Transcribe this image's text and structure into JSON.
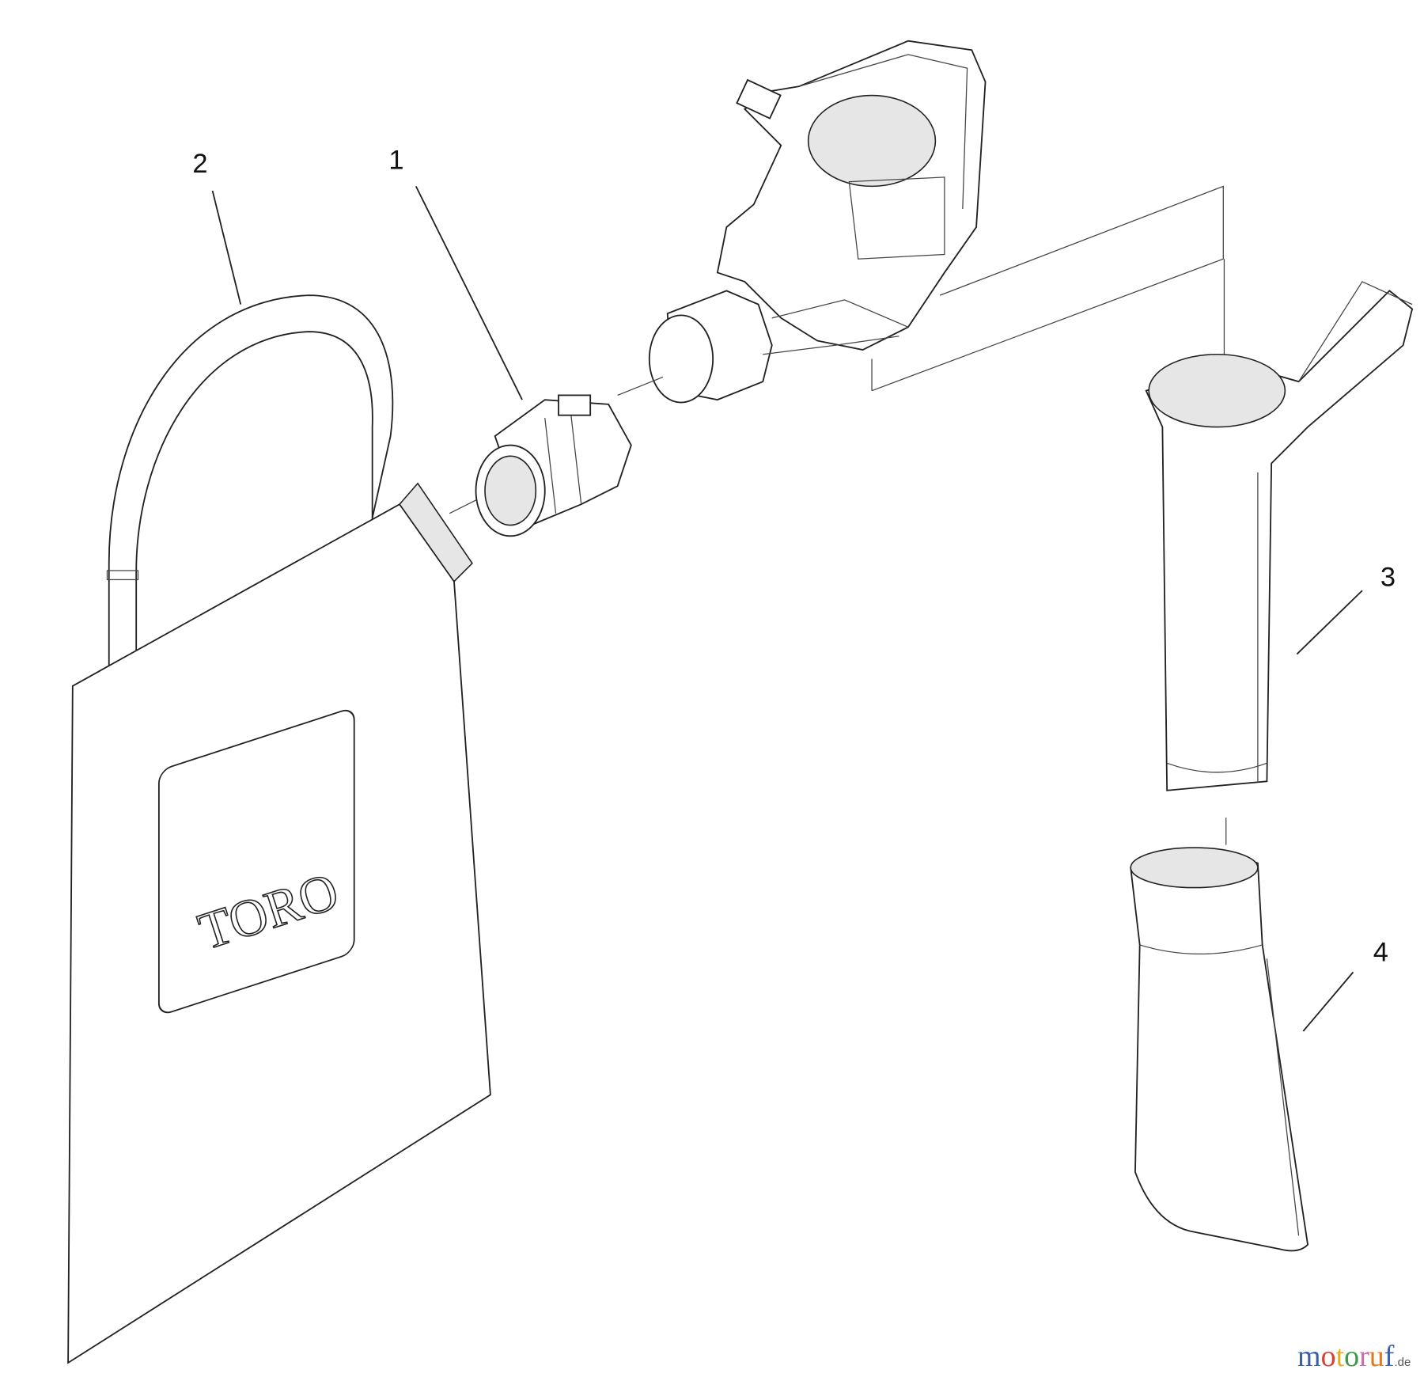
{
  "callouts": [
    {
      "id": "1",
      "label": "1"
    },
    {
      "id": "2",
      "label": "2"
    },
    {
      "id": "3",
      "label": "3"
    },
    {
      "id": "4",
      "label": "4"
    }
  ],
  "bag_logo": "TORO",
  "watermark": {
    "text": "motoruf",
    "tld": ".de",
    "colors": [
      "#3b5fa8",
      "#d9403a",
      "#e0b020",
      "#3a9a4a",
      "#d06aa8",
      "#e07a20"
    ]
  }
}
